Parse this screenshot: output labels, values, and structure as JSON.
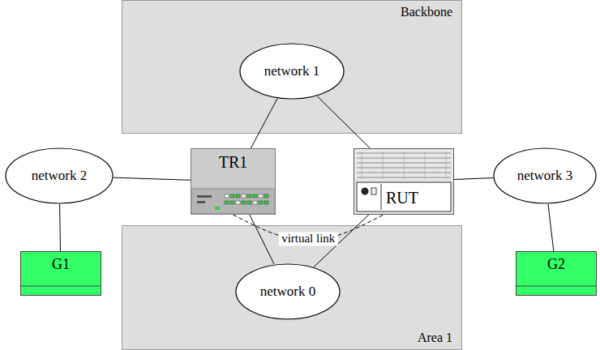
{
  "diagram": {
    "nodes": [
      {
        "text": [
          "Backbone"
        ]
      },
      {
        "text": [
          "network 1"
        ],
        "in": 0
      },
      {
        "text": [
          "network 2"
        ]
      },
      {
        "text": [
          "TR1"
        ]
      },
      {
        "text": [
          "RUT"
        ]
      },
      {
        "text": [
          "network 3"
        ]
      },
      {
        "text": [
          "Area 1"
        ]
      },
      {
        "text": [
          "network 0"
        ],
        "in": 6
      },
      {
        "text": [
          "G1"
        ]
      },
      {
        "text": [
          "G2"
        ]
      }
    ],
    "edges": [
      {
        "from": 1,
        "to": 3,
        "arrow": "none"
      },
      {
        "from": 1,
        "to": 4,
        "arrow": "none"
      },
      {
        "from": 2,
        "to": 3,
        "arrow": "none"
      },
      {
        "from": 4,
        "to": 5,
        "arrow": "none"
      },
      {
        "from": 2,
        "to": 8,
        "arrow": "none"
      },
      {
        "from": 5,
        "to": 9,
        "arrow": "none"
      },
      {
        "from": 3,
        "to": 7,
        "arrow": "none"
      },
      {
        "from": 4,
        "to": 7,
        "arrow": "none"
      },
      {
        "from": 3,
        "to": 4,
        "label": "virtual link",
        "arrow": "none"
      }
    ]
  }
}
